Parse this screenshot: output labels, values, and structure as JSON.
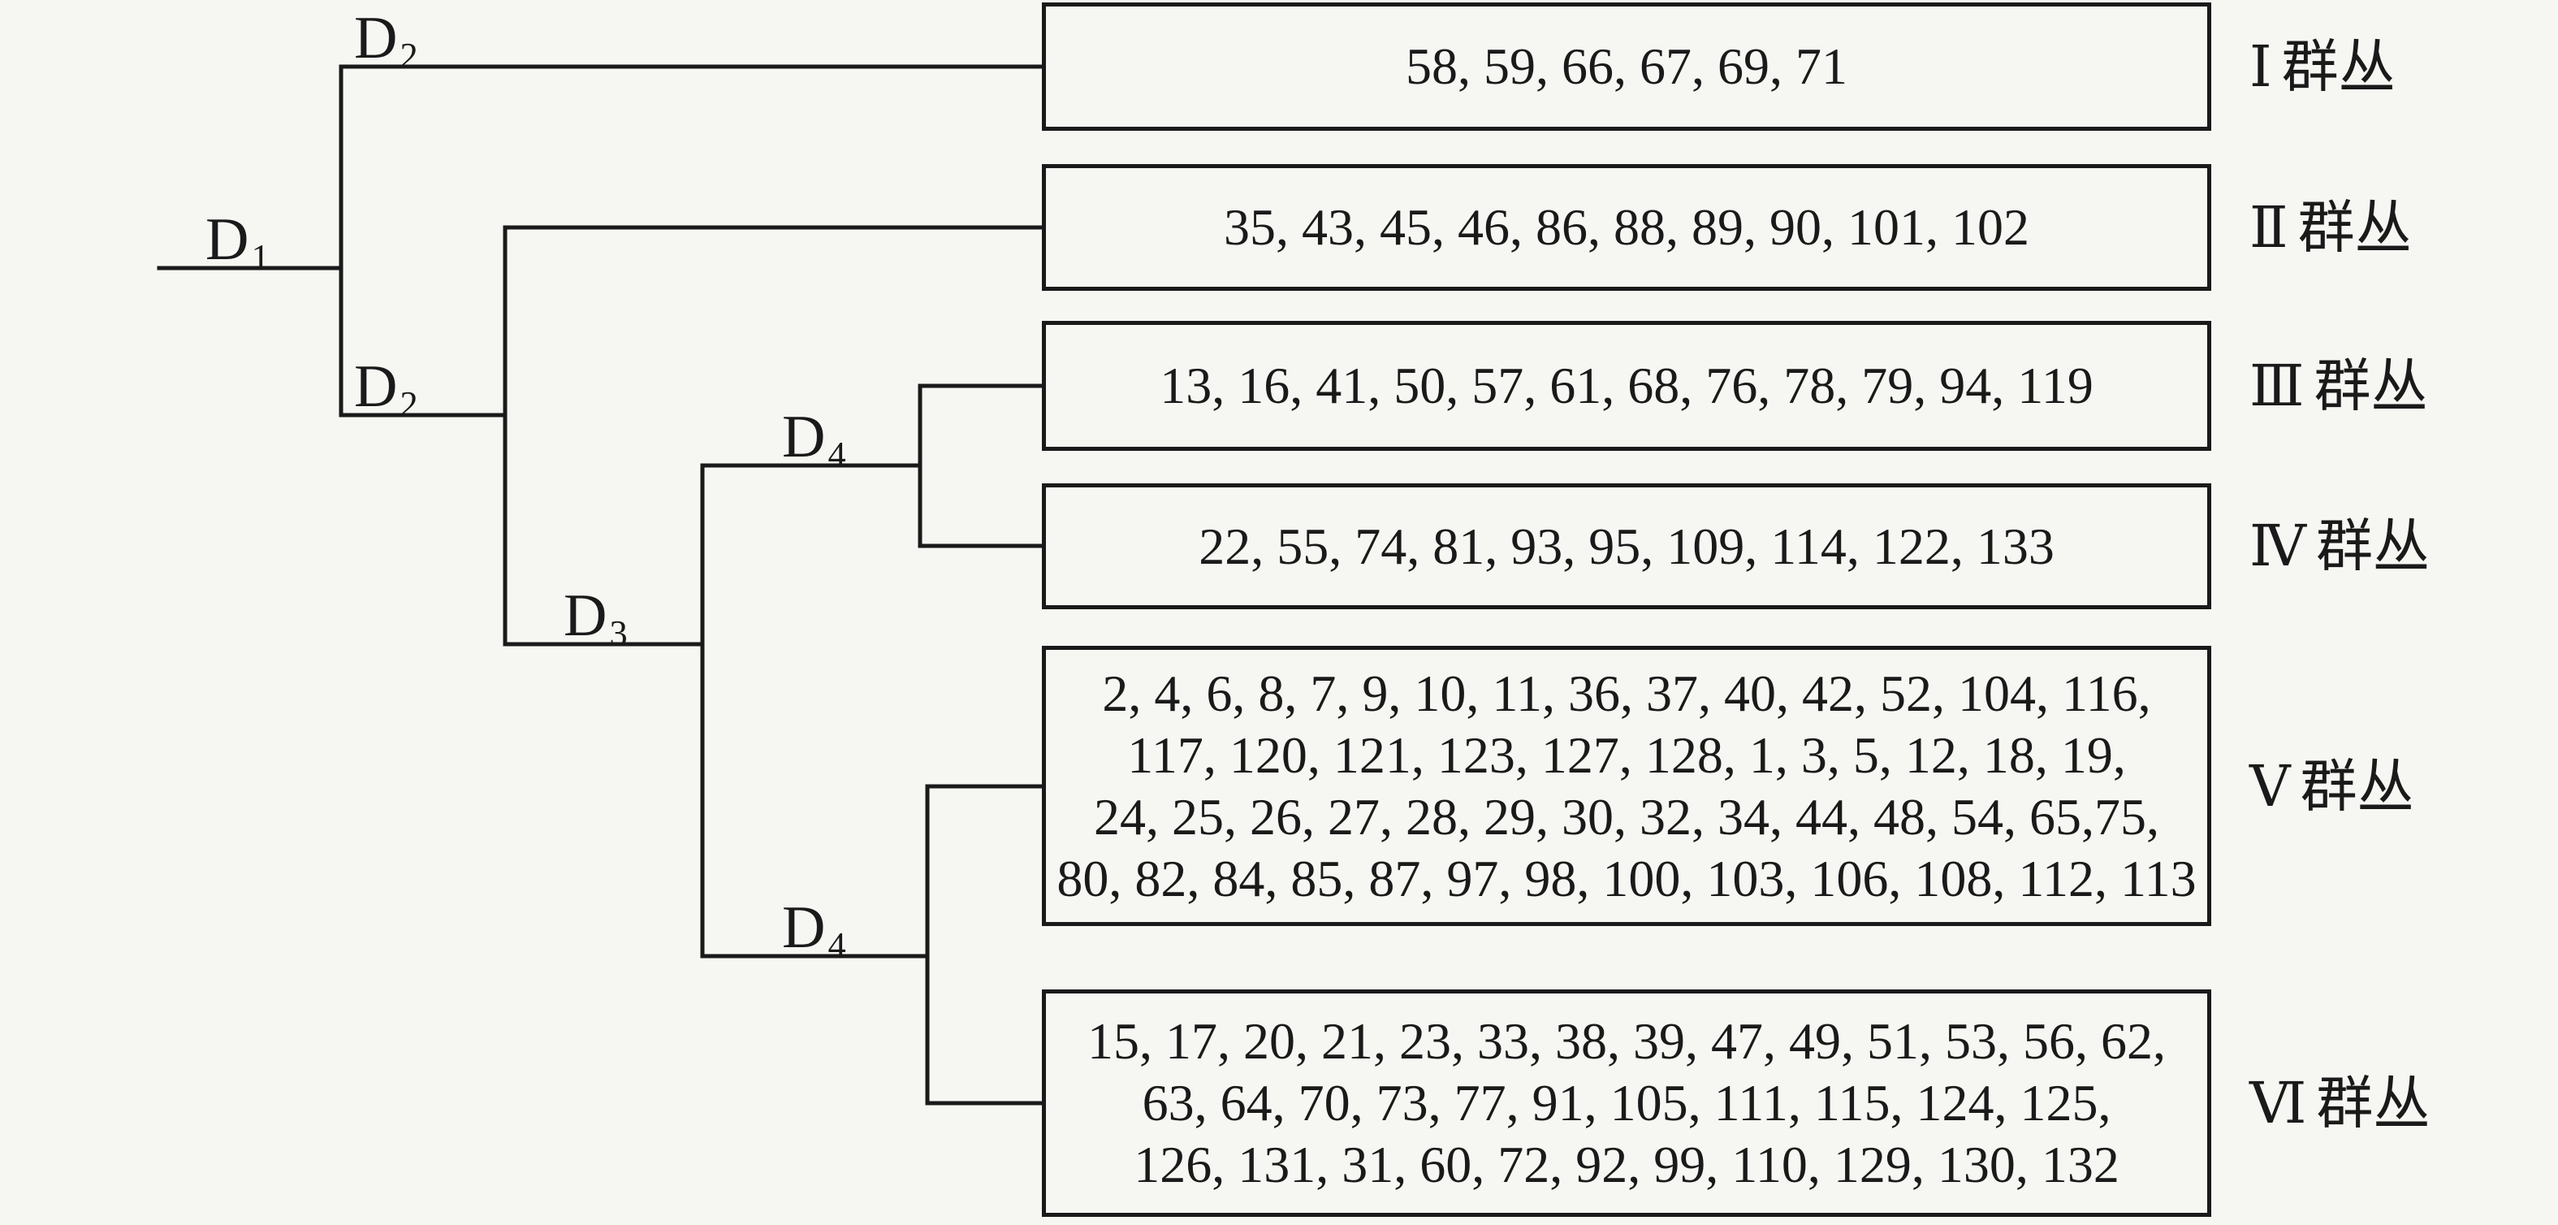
{
  "figure": {
    "background": "#f6f6f3",
    "ink": "#1a1a1a",
    "type": "cluster-dendrogram"
  },
  "tree": {
    "node_labels": [
      {
        "id": "d1",
        "main": "D",
        "sub": "1"
      },
      {
        "id": "d2-top",
        "main": "D",
        "sub": "2"
      },
      {
        "id": "d2-lower",
        "main": "D",
        "sub": "2"
      },
      {
        "id": "d3",
        "main": "D",
        "sub": "3"
      },
      {
        "id": "d4-upper",
        "main": "D",
        "sub": "4"
      },
      {
        "id": "d4-lower",
        "main": "D",
        "sub": "4"
      }
    ]
  },
  "clusters": [
    {
      "numeral": "Ⅰ",
      "name": "群丛",
      "lines": [
        "58, 59, 66, 67, 69, 71"
      ]
    },
    {
      "numeral": "Ⅱ",
      "name": "群丛",
      "lines": [
        "35, 43, 45, 46, 86, 88, 89, 90, 101, 102"
      ]
    },
    {
      "numeral": "Ⅲ",
      "name": "群丛",
      "lines": [
        "13, 16, 41, 50, 57, 61, 68, 76, 78, 79, 94, 119"
      ]
    },
    {
      "numeral": "Ⅳ",
      "name": "群丛",
      "lines": [
        "22, 55, 74, 81, 93, 95, 109, 114, 122, 133"
      ]
    },
    {
      "numeral": "Ⅴ",
      "name": "群丛",
      "lines": [
        "2, 4, 6, 8, 7, 9, 10, 11, 36, 37, 40, 42, 52, 104, 116,",
        "117, 120, 121, 123, 127, 128, 1, 3, 5, 12, 18, 19,",
        "24, 25, 26, 27, 28, 29, 30, 32, 34, 44, 48, 54, 65,75,",
        "80, 82, 84, 85, 87, 97, 98, 100, 103, 106, 108, 112, 113"
      ]
    },
    {
      "numeral": "Ⅵ",
      "name": "群丛",
      "lines": [
        "15, 17, 20, 21, 23, 33, 38, 39, 47, 49, 51, 53, 56, 62,",
        "63, 64, 70, 73, 77, 91, 105, 111, 115, 124, 125,",
        "126, 131, 31, 60, 72, 92, 99, 110, 129, 130, 132"
      ]
    }
  ]
}
